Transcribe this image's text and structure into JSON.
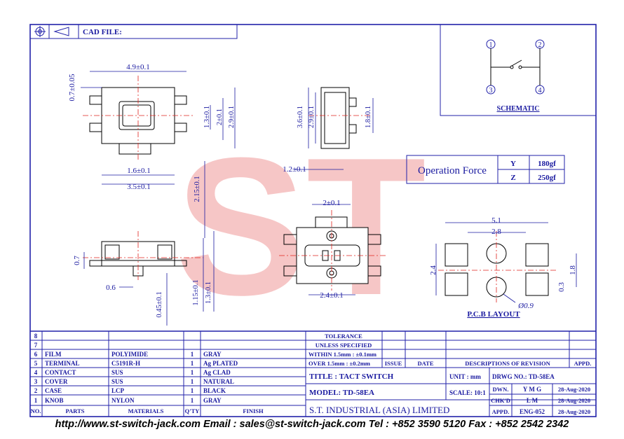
{
  "header": {
    "cad_file": "CAD FILE:"
  },
  "watermark": "ST",
  "dims_top_view": {
    "width": "4.9±0.1",
    "offset": "0.7±0.05",
    "h1": "1.3±0.1",
    "h2": "2±0.1",
    "h3": "2.9±0.1",
    "knob": "1.6±0.1",
    "body": "3.5±0.1"
  },
  "dims_side_view": {
    "a": "3.6±0.1",
    "b": "2.9±0.1",
    "c": "1.8±0.1",
    "d": "1.2±0.1"
  },
  "dims_front_view": {
    "a": "0.7",
    "b": "0.6",
    "c": "0.45±0.1",
    "d": "1.15±0.1",
    "e": "1.3±0.1",
    "f": "2.15±0.1"
  },
  "dims_bottom_view": {
    "a": "2±0.1",
    "b": "2.4±0.1"
  },
  "schematic": {
    "pins": [
      "1",
      "2",
      "3",
      "4"
    ],
    "label": "SCHEMATIC"
  },
  "operation_force": {
    "label": "Operation Force",
    "rows": [
      {
        "axis": "Y",
        "value": "180gf"
      },
      {
        "axis": "Z",
        "value": "250gf"
      }
    ]
  },
  "pcb": {
    "d1": "5.1",
    "d2": "2.8",
    "d3": "2.4",
    "d4": "1.8",
    "d5": "0.3",
    "hole": "Ø0.9",
    "label": "P.C.B LAYOUT"
  },
  "bom": {
    "rows": [
      {
        "no": "8",
        "part": "",
        "material": "",
        "qty": "",
        "finish": ""
      },
      {
        "no": "7",
        "part": "",
        "material": "",
        "qty": "",
        "finish": ""
      },
      {
        "no": "6",
        "part": "FILM",
        "material": "POLYIMIDE",
        "qty": "1",
        "finish": "GRAY"
      },
      {
        "no": "5",
        "part": "TERMINAL",
        "material": "C5191R-H",
        "qty": "1",
        "finish": "Ag PLATED"
      },
      {
        "no": "4",
        "part": "CONTACT",
        "material": "SUS",
        "qty": "1",
        "finish": "Ag CLAD"
      },
      {
        "no": "3",
        "part": "COVER",
        "material": "SUS",
        "qty": "1",
        "finish": "NATURAL"
      },
      {
        "no": "2",
        "part": "CASE",
        "material": "LCP",
        "qty": "1",
        "finish": "BLACK"
      },
      {
        "no": "1",
        "part": "KNOB",
        "material": "NYLON",
        "qty": "1",
        "finish": "GRAY"
      }
    ],
    "headers": {
      "no": "NO.",
      "parts": "PARTS",
      "materials": "MATERIALS",
      "qty": "Q'TY",
      "finish": "FINISH"
    }
  },
  "tolerance": {
    "title": "TOLERANCE",
    "sub": "UNLESS SPECIFIED",
    "l1": "WITHIN 1.5mm : ±0.1mm",
    "l2": "OVER 1.5mm : ±0.2mm"
  },
  "revision": {
    "issue": "ISSUE",
    "date": "DATE",
    "desc": "DESCRIPTIONS OF REVISION",
    "appd": "APPD."
  },
  "title_block": {
    "title": "TITLE : TACT SWITCH",
    "unit": "UNIT : mm",
    "drwg_no": "DRWG NO.: TD-58EA",
    "model": "MODEL: TD-58EA",
    "scale": "SCALE: 10:1",
    "dwn_label": "DWN.",
    "dwn_by": "Y M G",
    "dwn_date": "28-Aug-2020",
    "chk_label": "CHK'D",
    "chk_by": "L M",
    "chk_date": "28-Aug-2020",
    "company": "S.T. INDUSTRIAL (ASIA) LIMITED",
    "appd_label": "APPD.",
    "appd_by": "ENG-052",
    "appd_date": "28-Aug-2020"
  },
  "footer": "http://www.st-switch-jack.com Email : sales@st-switch-jack.com Tel : +852 3590 5120 Fax : +852 2542 2342"
}
